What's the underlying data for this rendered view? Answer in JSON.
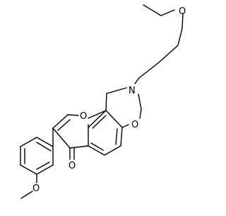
{
  "molecule": {
    "atom_labels": {
      "o_ethoxy": "O",
      "n_ring": "N",
      "o_oxazine": "O",
      "o_pyran": "O",
      "o_carbonyl": "O",
      "o_methoxy": "O"
    },
    "colors": {
      "bond": "#000000",
      "label": "#000000",
      "background": "#ffffff"
    }
  }
}
